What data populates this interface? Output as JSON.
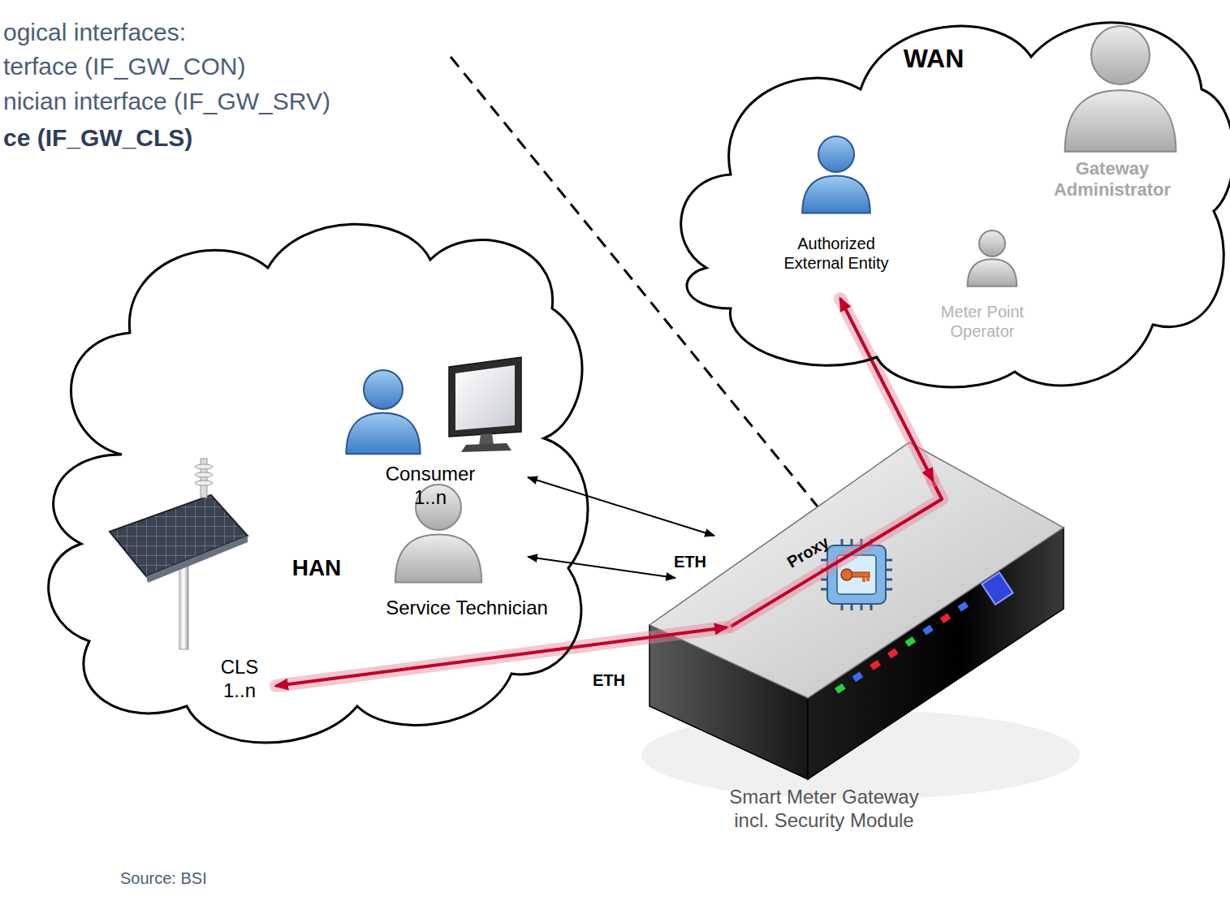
{
  "diagram": {
    "nodes": [
      {
        "text": [
          "WAN"
        ]
      },
      {
        "text": [
          "Authorized External Entity"
        ],
        "in": 0
      },
      {
        "text": [
          "Gateway Administrator"
        ],
        "in": 0
      },
      {
        "text": [
          "Meter Point Operator"
        ],
        "in": 0
      },
      {
        "text": [
          "HAN"
        ]
      },
      {
        "text": [
          "Consumer 1..n"
        ],
        "in": 4
      },
      {
        "text": [
          "Service Technician"
        ],
        "in": 4
      },
      {
        "text": [
          "CLS 1..n"
        ],
        "in": 4
      },
      {
        "text": [
          "Smart Meter Gateway incl. Security Module"
        ]
      }
    ],
    "edges": [
      {
        "from": 5,
        "to": 8,
        "arrow": "both"
      },
      {
        "from": 6,
        "to": 8,
        "arrow": "both",
        "label": "ETH"
      },
      {
        "from": 7,
        "to": 8,
        "arrow": "both",
        "label": "ETH"
      },
      {
        "from": 8,
        "to": 1,
        "arrow": "both"
      }
    ],
    "labels": [
      "ogical interfaces:",
      "terface (IF_GW_CON)",
      "nician interface (IF_GW_SRV)",
      "ce (IF_GW_CLS)",
      "Proxy",
      "Source: BSI"
    ]
  }
}
